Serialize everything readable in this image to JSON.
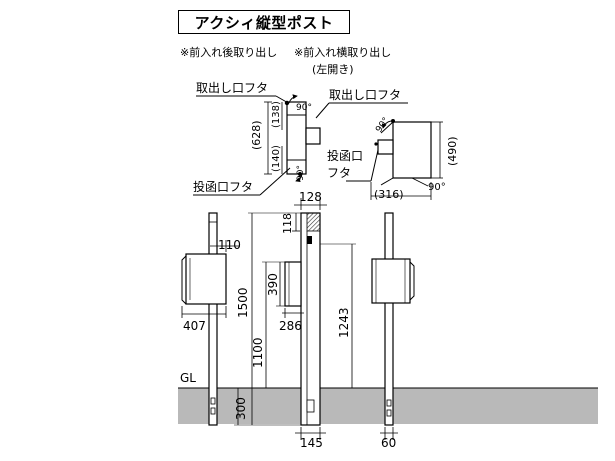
{
  "title": "アクシィ縦型ポスト",
  "notes": {
    "rear": "※前入れ後取り出し",
    "side_line1": "※前入れ横取り出し",
    "side_line2": "(左開き)"
  },
  "labels": {
    "takeout_lid_left": "取出し口フタ",
    "insert_lid_left": "投函口フタ",
    "takeout_lid_right": "取出し口フタ",
    "insert_lid_right_1": "投函口",
    "insert_lid_right_2": "フタ",
    "ground": "GL"
  },
  "dimensions": {
    "left_total": "(628)",
    "left_top": "(138)",
    "left_bottom": "(140)",
    "angle_left_top": "90°",
    "angle_left_bottom": "90°",
    "angle_right_top": "90°",
    "angle_right_bottom": "90°",
    "right_height": "(490)",
    "right_depth": "(316)",
    "post_width_top": "128",
    "head_height": "118",
    "box_protrusion": "110",
    "box_depth": "407",
    "overall_height": "1500",
    "mount_height": "1100",
    "box_height": "390",
    "box_width": "286",
    "post_height": "1243",
    "burial_depth": "300",
    "post_width_bottom": "145",
    "side_thickness": "60"
  },
  "colors": {
    "ground": "#b9b9b9",
    "line": "#000000",
    "head_hatch": "#444444"
  }
}
